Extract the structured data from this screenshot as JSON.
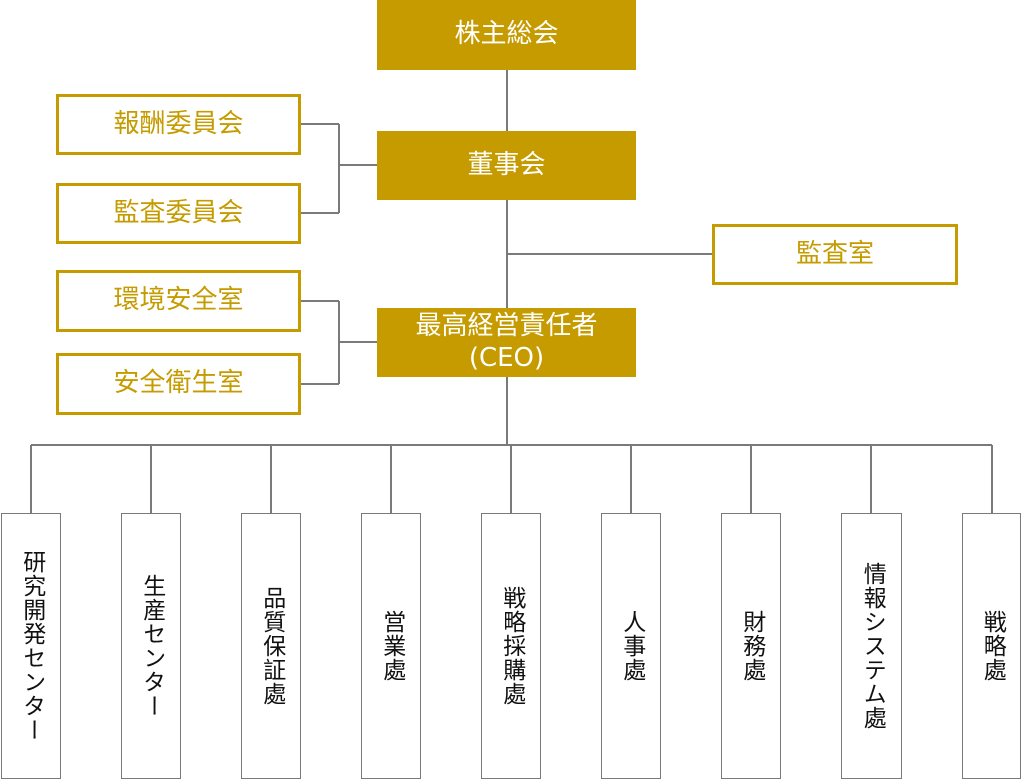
{
  "chart_data": {
    "type": "diagram",
    "top": {
      "shareholders": "株主総会",
      "board": "董事会",
      "ceo_line1": "最高経営責任者",
      "ceo_line2": "(CEO)"
    },
    "board_committees": [
      "報酬委員会",
      "監査委員会"
    ],
    "audit_office": "監査室",
    "ceo_offices": [
      "環境安全室",
      "安全衛生室"
    ],
    "departments": [
      "研究開発センター",
      "生産センター",
      "品質保証處",
      "営業處",
      "戦略採購處",
      "人事處",
      "財務處",
      "情報システム處",
      "戦略處"
    ],
    "relations": [
      {
        "from": "株主総会",
        "to": "董事会"
      },
      {
        "from": "董事会",
        "to": "報酬委員会"
      },
      {
        "from": "董事会",
        "to": "監査委員会"
      },
      {
        "from": "董事会",
        "to": "監査室"
      },
      {
        "from": "董事会",
        "to": "最高経営責任者 (CEO)"
      },
      {
        "from": "最高経営責任者 (CEO)",
        "to": "環境安全室"
      },
      {
        "from": "最高経営責任者 (CEO)",
        "to": "安全衛生室"
      },
      {
        "from": "最高経営責任者 (CEO)",
        "to": "departments"
      }
    ]
  },
  "colors": {
    "accent": "#c59b00",
    "line": "#7a7a7a",
    "text_dark": "#111111",
    "text_light": "#ffffff"
  }
}
